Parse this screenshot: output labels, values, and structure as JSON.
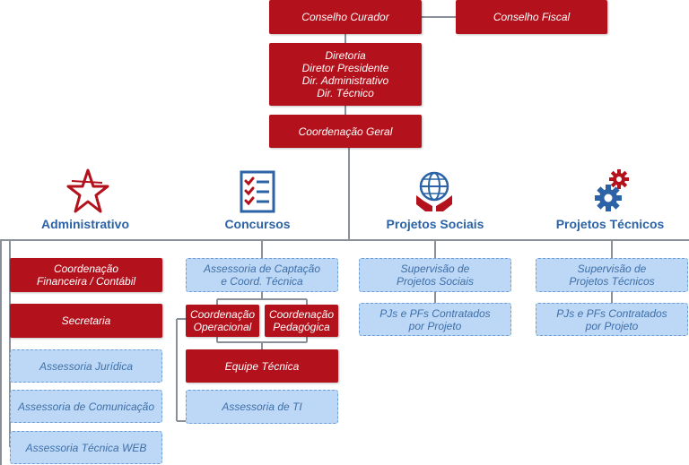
{
  "governance": {
    "conselho_curador": "Conselho Curador",
    "conselho_fiscal": "Conselho Fiscal",
    "diretoria": "Diretoria\nDiretor Presidente\nDir. Administrativo\nDir. Técnico",
    "coordenacao_geral": "Coordenação Geral"
  },
  "departments": {
    "administrativo": {
      "title": "Administrativo",
      "icon": "star-icon",
      "items": {
        "financeira": "Coordenação\nFinanceira / Contábil",
        "secretaria": "Secretaria",
        "juridica": "Assessoria Jurídica",
        "comunicacao": "Assessoria de Comunicação",
        "web": "Assessoria Técnica WEB"
      }
    },
    "concursos": {
      "title": "Concursos",
      "icon": "checklist-icon",
      "items": {
        "captacao": "Assessoria de Captação\ne Coord. Técnica",
        "operacional": "Coordenação\nOperacional",
        "pedagogica": "Coordenação\nPedagógica",
        "equipe": "Equipe Técnica",
        "ti": "Assessoria de TI"
      }
    },
    "sociais": {
      "title": "Projetos Sociais",
      "icon": "globe-hands-icon",
      "items": {
        "supervisao": "Supervisão de\nProjetos Sociais",
        "pjs": "PJs e PFs Contratados\npor Projeto"
      }
    },
    "tecnicos": {
      "title": "Projetos Técnicos",
      "icon": "gears-icon",
      "items": {
        "supervisao": "Supervisão de\nProjetos Técnicos",
        "pjs": "PJs e PFs Contratados\npor Projeto"
      }
    }
  },
  "colors": {
    "red": "#b3111b",
    "blue_fill": "#bcd8f6",
    "blue_text": "#3f6fa8",
    "heading": "#2b63a6",
    "line": "#8a9099"
  }
}
